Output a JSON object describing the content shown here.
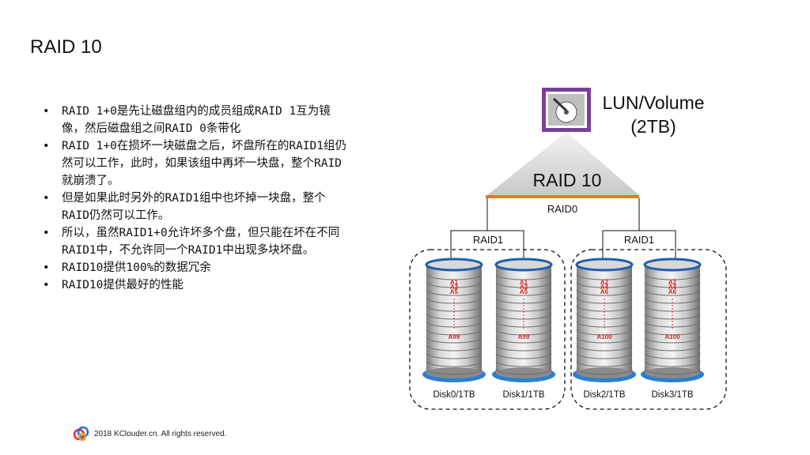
{
  "slide": {
    "title": "RAID 10",
    "bullets": [
      "RAID 1+0是先让磁盘组内的成员组成RAID 1互为镜像，然后磁盘组之间RAID 0条带化",
      "RAID 1+0在损坏一块磁盘之后，坏盘所在的RAID1组仍然可以工作，此时，如果该组中再坏一块盘，整个RAID就崩溃了。",
      "但是如果此时另外的RAID1组中也坏掉一块盘，整个RAID仍然可以工作。",
      "所以，虽然RAID1+0允许坏多个盘，但只能在坏在不同RAID1中，不允许同一个RAID1中出现多块坏盘。",
      "RAID10提供100%的数据冗余",
      "RAID10提供最好的性能"
    ],
    "footer": "2018 KClouder.cn. All rights reserved."
  },
  "diagram": {
    "lun_label_line1": "LUN/Volume",
    "lun_label_line2": "(2TB)",
    "raid10_label": "RAID 10",
    "raid0_label": "RAID0",
    "groups": [
      {
        "label": "RAID1"
      },
      {
        "label": "RAID1"
      }
    ],
    "disks": [
      {
        "label": "Disk0/1TB",
        "blocks": [
          "A1",
          "A3",
          "A5"
        ],
        "last": "A99"
      },
      {
        "label": "Disk1/1TB",
        "blocks": [
          "A1",
          "A3",
          "A5"
        ],
        "last": "A99"
      },
      {
        "label": "Disk2/1TB",
        "blocks": [
          "A2",
          "A4",
          "A6"
        ],
        "last": "A100"
      },
      {
        "label": "Disk3/1TB",
        "blocks": [
          "A2",
          "A4",
          "A6"
        ],
        "last": "A100"
      }
    ],
    "colors": {
      "lun_frame": "#7b3f98",
      "raid0_bar": "#e87722",
      "disk_top": "#1f5fa8",
      "disk_base": "#2a7fd4",
      "block_text": "#d61f1f"
    }
  }
}
